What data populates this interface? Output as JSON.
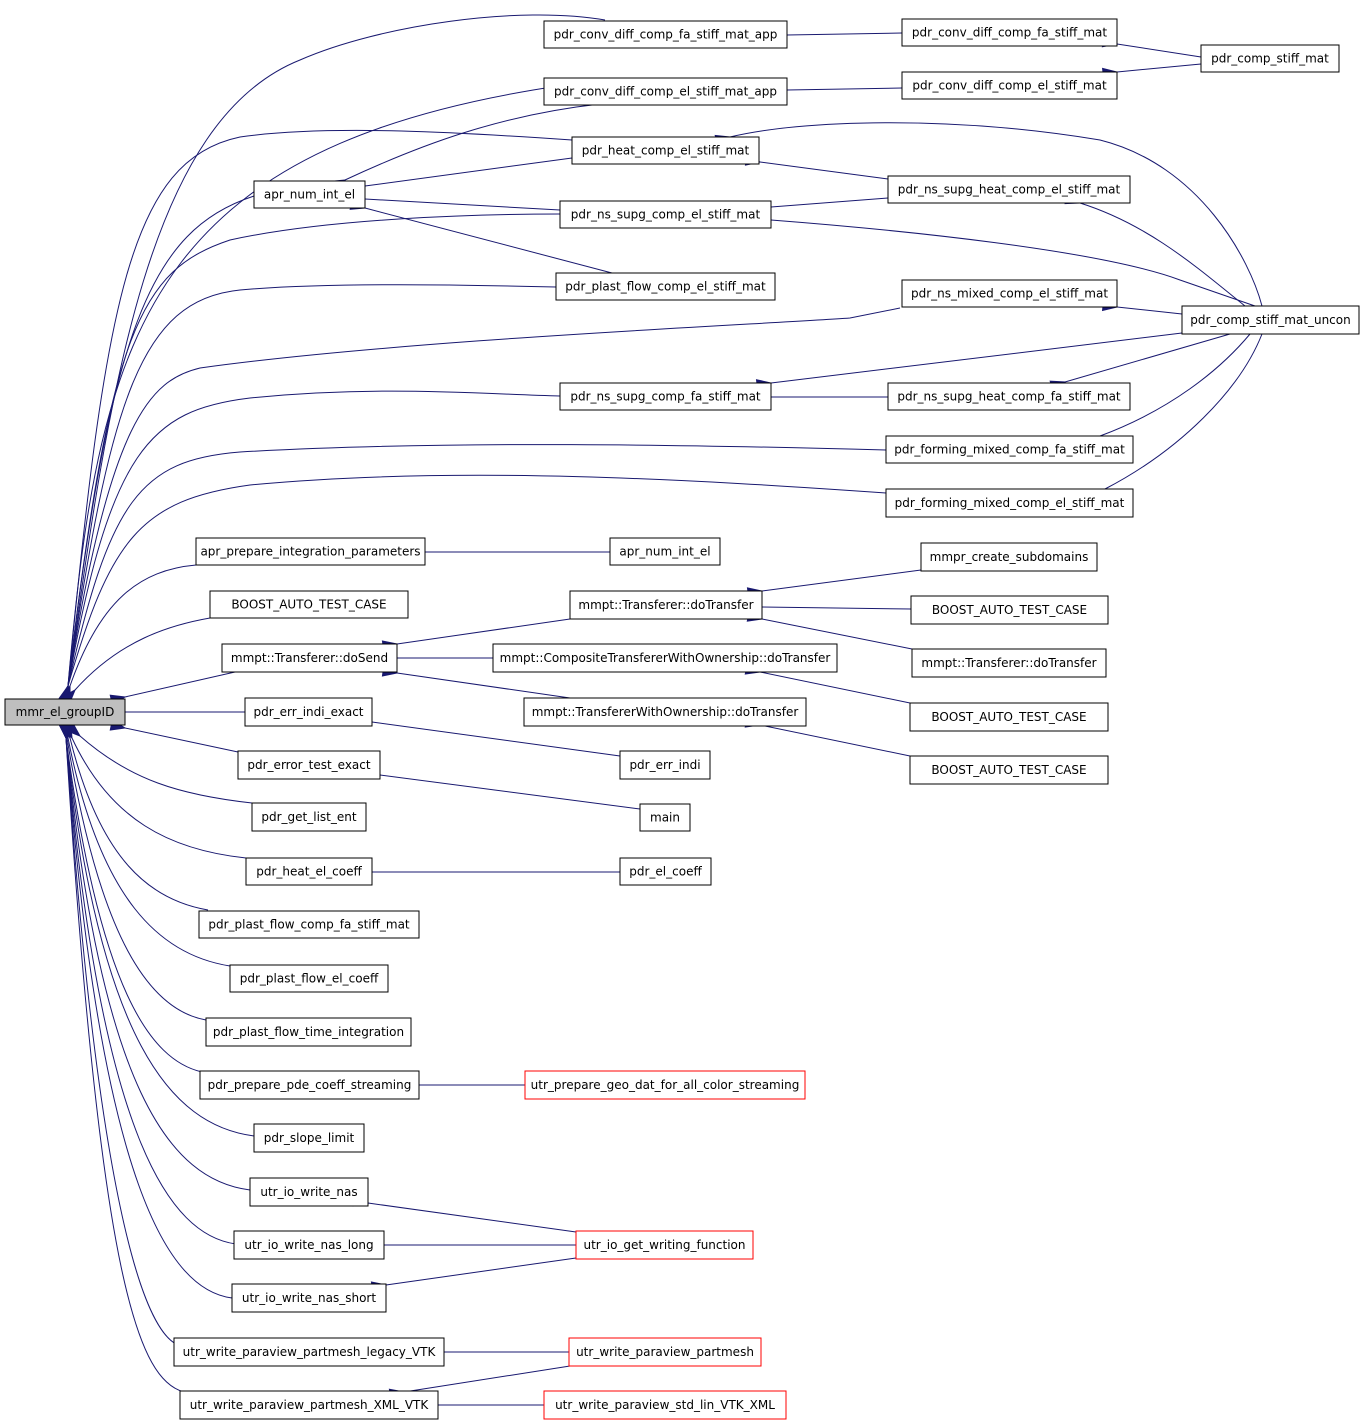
{
  "graph": {
    "edge_color": "#191970",
    "highlight_border_color": "#ff0000",
    "focus_fill": "#bfbfbf",
    "nodes": {
      "focus": "mmr_el_groupID",
      "n_cdfa_app": "pdr_conv_diff_comp_fa_stiff_mat_app",
      "n_cdfa": "pdr_conv_diff_comp_fa_stiff_mat",
      "n_comp_stiff": "pdr_comp_stiff_mat",
      "n_cdel_app": "pdr_conv_diff_comp_el_stiff_mat_app",
      "n_cdel": "pdr_conv_diff_comp_el_stiff_mat",
      "n_heat_el": "pdr_heat_comp_el_stiff_mat",
      "n_apr_num": "apr_num_int_el",
      "n_ns_heat_el": "pdr_ns_supg_heat_comp_el_stiff_mat",
      "n_ns_el": "pdr_ns_supg_comp_el_stiff_mat",
      "n_plast_el": "pdr_plast_flow_comp_el_stiff_mat",
      "n_ns_mixed": "pdr_ns_mixed_comp_el_stiff_mat",
      "n_uncon": "pdr_comp_stiff_mat_uncon",
      "n_ns_fa": "pdr_ns_supg_comp_fa_stiff_mat",
      "n_ns_heat_fa": "pdr_ns_supg_heat_comp_fa_stiff_mat",
      "n_form_fa": "pdr_forming_mixed_comp_fa_stiff_mat",
      "n_form_el": "pdr_forming_mixed_comp_el_stiff_mat",
      "n_apr_prep": "apr_prepare_integration_parameters",
      "n_apr_num2": "apr_num_int_el",
      "n_mmpr_create": "mmpr_create_subdomains",
      "n_boost1": "BOOST_AUTO_TEST_CASE",
      "n_dotransfer": "mmpt::Transferer::doTransfer",
      "n_boost2": "BOOST_AUTO_TEST_CASE",
      "n_dosend": "mmpt::Transferer::doSend",
      "n_composite": "mmpt::CompositeTransfererWithOwnership::doTransfer",
      "n_dotransfer2": "mmpt::Transferer::doTransfer",
      "n_withown": "mmpt::TransfererWithOwnership::doTransfer",
      "n_boost3": "BOOST_AUTO_TEST_CASE",
      "n_err_indi_exact": "pdr_err_indi_exact",
      "n_boost4": "BOOST_AUTO_TEST_CASE",
      "n_error_test": "pdr_error_test_exact",
      "n_err_indi": "pdr_err_indi",
      "n_get_list": "pdr_get_list_ent",
      "n_main": "main",
      "n_heat_coeff": "pdr_heat_el_coeff",
      "n_el_coeff": "pdr_el_coeff",
      "n_plast_fa": "pdr_plast_flow_comp_fa_stiff_mat",
      "n_plast_coeff": "pdr_plast_flow_el_coeff",
      "n_plast_time": "pdr_plast_flow_time_integration",
      "n_prep_pde": "pdr_prepare_pde_coeff_streaming",
      "n_utr_prep_geo": "utr_prepare_geo_dat_for_all_color_streaming",
      "n_slope": "pdr_slope_limit",
      "n_nas": "utr_io_write_nas",
      "n_nas_long": "utr_io_write_nas_long",
      "n_get_writing": "utr_io_get_writing_function",
      "n_nas_short": "utr_io_write_nas_short",
      "n_pv_legacy": "utr_write_paraview_partmesh_legacy_VTK",
      "n_pv_partmesh": "utr_write_paraview_partmesh",
      "n_pv_xml": "utr_write_paraview_partmesh_XML_VTK",
      "n_pv_std": "utr_write_paraview_std_lin_VTK_XML"
    }
  }
}
